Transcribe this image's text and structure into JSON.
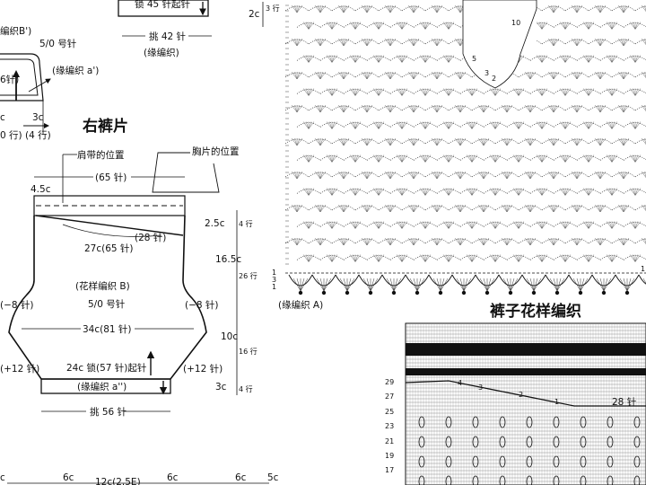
{
  "top_left": {
    "label_b_prime": "编织B')",
    "needle_5_0_a": "5/0 号针",
    "edge_a_prime": "(缘编织 a')",
    "stitch_6": "6针)",
    "width_3c": "3c",
    "rows_4": "(4 行)",
    "left_c": "c",
    "left_rows": "0 行)"
  },
  "top_center": {
    "box_label": "锁 45 针起针",
    "pick_42": "挑 42 针",
    "edge_label": "(缘编织)"
  },
  "top_right_measure": {
    "value": "2c",
    "rows": "3 行"
  },
  "right_pants": {
    "title": "右裤片",
    "strap_position": "肩带的位置",
    "bib_position": "胸片的位置",
    "count_65": "(65 针)",
    "width_4_5c": "4.5c",
    "count_28": "(28 针)",
    "width_27c": "27c(65 针)",
    "pattern_b": "(花样编织 B)",
    "needle_5_0": "5/0 号针",
    "dec_left": "(−8 针)",
    "dec_right": "(−8 针)",
    "width_34c": "34c(81 针)",
    "inc_left": "(+12 针)",
    "inc_right": "(+12 针)",
    "cast_on": "24c 锁(57 针)起针",
    "edge_a2": "(缘编织 a'')",
    "pick_56": "挑 56 针",
    "h_2_5c": "2.5c",
    "r_4a": "4 行",
    "h_16_5c": "16.5c",
    "r_26": "26 行",
    "h_10c": "10c",
    "r_16": "16 行",
    "h_3c": "3c",
    "r_4b": "4 行"
  },
  "bottom_row": {
    "a": "c",
    "b": "6c",
    "c": "12c(2.5E)",
    "d": "6c",
    "e": "6c",
    "f": "5c"
  },
  "lace_chart": {
    "marks": [
      "10",
      "5",
      "3",
      "2"
    ],
    "footer_label": "(缘编织 A)",
    "side_marks": [
      "1",
      "3",
      "1"
    ],
    "right_mark": "1"
  },
  "pants_chart": {
    "title": "裤子花样编织",
    "row_numbers": [
      "29",
      "27",
      "25",
      "23",
      "21",
      "19",
      "17"
    ],
    "annotation_marks": [
      "4",
      "3",
      "2",
      "1"
    ],
    "stitch_label": "28 针"
  }
}
